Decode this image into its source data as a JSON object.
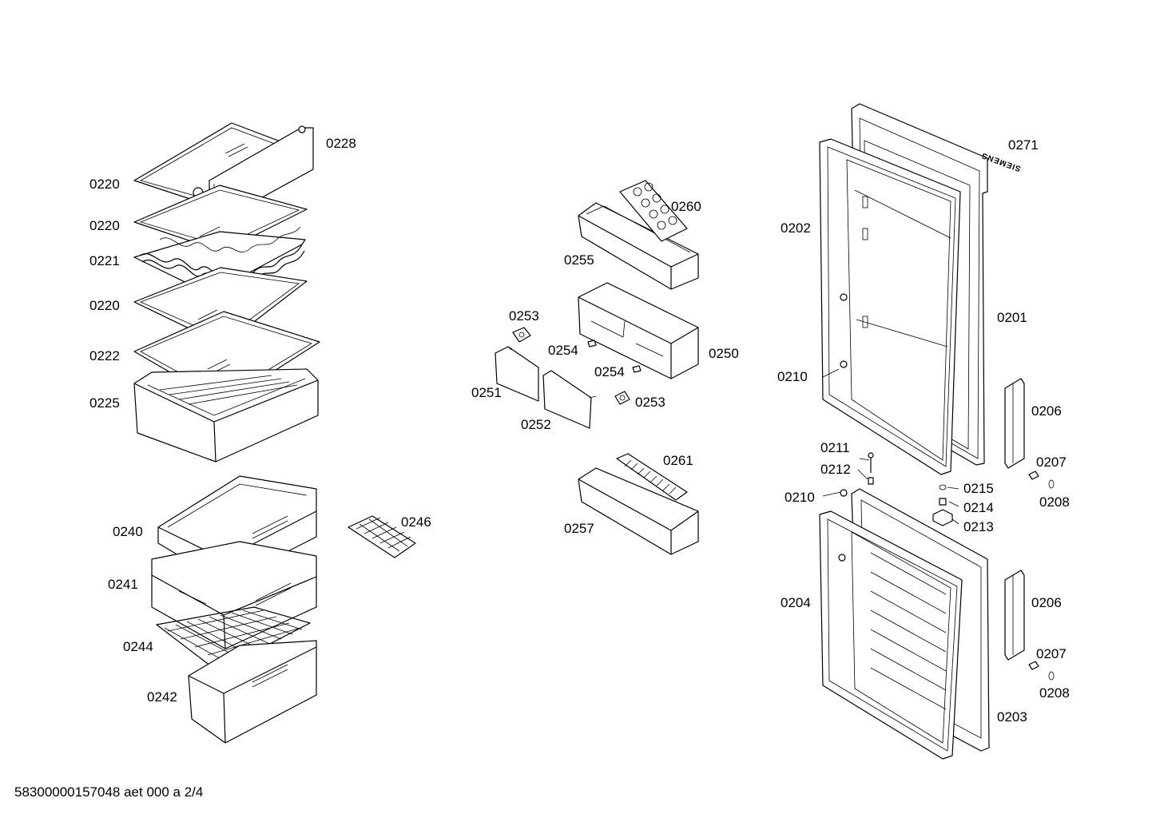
{
  "labels": {
    "p0228": "0228",
    "p0220a": "0220",
    "p0220b": "0220",
    "p0221": "0221",
    "p0220c": "0220",
    "p0222": "0222",
    "p0225": "0225",
    "p0240": "0240",
    "p0241": "0241",
    "p0244": "0244",
    "p0242": "0242",
    "p0246": "0246",
    "p0260": "0260",
    "p0255": "0255",
    "p0253a": "0253",
    "p0254a": "0254",
    "p0250": "0250",
    "p0254b": "0254",
    "p0251": "0251",
    "p0253b": "0253",
    "p0252": "0252",
    "p0261": "0261",
    "p0257": "0257",
    "p0271": "0271",
    "p0202": "0202",
    "p0201": "0201",
    "p0210a": "0210",
    "p0206a": "0206",
    "p0211": "0211",
    "p0212": "0212",
    "p0207a": "0207",
    "p0215": "0215",
    "p0210b": "0210",
    "p0208a": "0208",
    "p0214": "0214",
    "p0213": "0213",
    "p0204": "0204",
    "p0206b": "0206",
    "p0207b": "0207",
    "p0208b": "0208",
    "p0203": "0203"
  },
  "brand": "SIEMENS",
  "footer": "58300000157048 aet 000 a 2/4"
}
